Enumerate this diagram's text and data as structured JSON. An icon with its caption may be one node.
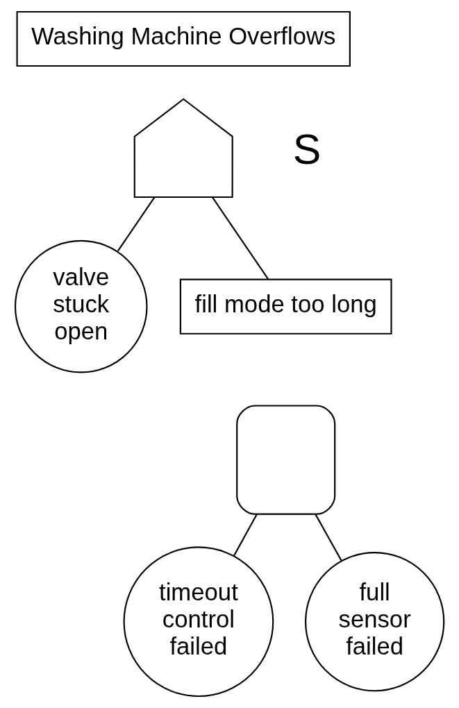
{
  "diagram": {
    "nodes": [
      {
        "text": [
          "Washing Machine Overflows"
        ]
      },
      {
        "text": [],
        "shape": "gate"
      },
      {
        "text": [
          "valve stuck open"
        ]
      },
      {
        "text": [
          "fill mode too long"
        ]
      },
      {
        "text": [],
        "shape": "gate"
      },
      {
        "text": [
          "timeout control failed"
        ]
      },
      {
        "text": [
          "full sensor failed"
        ]
      }
    ],
    "edges": [
      {
        "from": 1,
        "to": 2,
        "arrow": "none"
      },
      {
        "from": 1,
        "to": 3,
        "arrow": "none"
      },
      {
        "from": 4,
        "to": 5,
        "arrow": "none"
      },
      {
        "from": 4,
        "to": 6,
        "arrow": "none"
      }
    ],
    "labels": [
      "S"
    ]
  }
}
